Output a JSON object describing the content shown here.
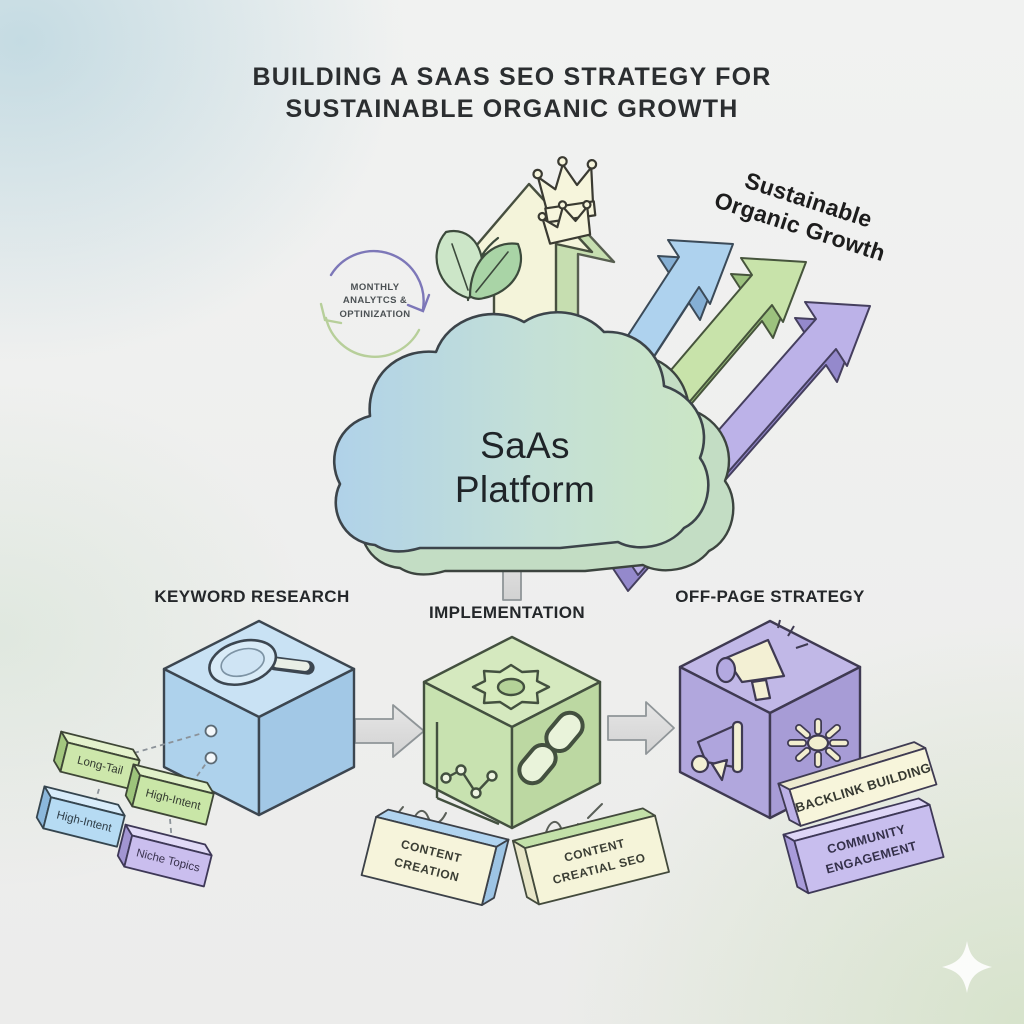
{
  "title": {
    "line1": "BUILDING A SAAS SEO STRATEGY FOR",
    "line2": "SUSTAINABLE ORGANIC GROWTH"
  },
  "growth_label": {
    "line1": "Sustainable",
    "line2": "Organic Growth"
  },
  "cycle_badge": {
    "line1": "MONTHLY",
    "line2": "ANALYTCS &",
    "line3": "OPTINIZATION"
  },
  "cloud": {
    "line1": "SaAs",
    "line2": "Platform"
  },
  "sections": {
    "keyword_research": "KEYWORD RESEARCH",
    "implementation": "IMPLEMENTATION",
    "off_page": "OFF-PAGE STRATEGY"
  },
  "keyword_tags": {
    "long_tail": "Long-Tail",
    "high_intent_a": "High-Intent",
    "high_intent_b": "High-Intent",
    "niche_topics": "Niche Topics"
  },
  "implementation_tags": {
    "content_creation": {
      "line1": "CONTENT",
      "line2": "CREATION"
    },
    "content_creatial_seo": {
      "line1": "CONTENT",
      "line2": "CREATIAL SEO"
    }
  },
  "offpage_tags": {
    "backlink_building": "BACKLINK BUILDING",
    "community_engagement": {
      "line1": "COMMUNITY",
      "line2": "ENGAGEMENT"
    }
  },
  "icons": {
    "cycle": "cycle-arrows-icon",
    "growth_arrow": "growth-arrow-icon",
    "crowns": "crown-icon",
    "leaf": "leaf-icon",
    "keyword_cube": "magnifier-icon",
    "implementation_cube": "gear-icon, line-chart-icon, chain-link-icon",
    "offpage_cube": "megaphone-icon, sun-burst-icon",
    "flow": "flow-arrow-icon",
    "corner": "sparkle-icon"
  },
  "colors": {
    "cloud_blue": "#b3d3e8",
    "cloud_green": "#cbe6c9",
    "cube_blue": "#b3d5ee",
    "cube_green": "#cde4b5",
    "cube_purple": "#b7addf",
    "arrow_blue": "#aed2ee",
    "arrow_green": "#c8e3aa",
    "arrow_purple": "#bcb2e8",
    "cream": "#f5f3d9",
    "gray_arrow": "#dedede",
    "ink": "#2b2e30"
  }
}
